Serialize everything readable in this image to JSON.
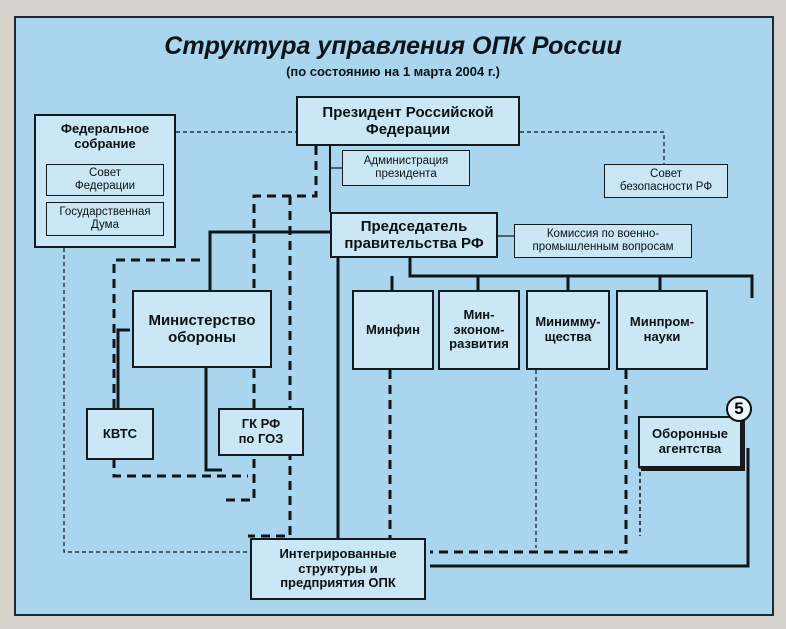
{
  "title": "Структура управления ОПК России",
  "subtitle": "(по состоянию на 1 марта 2004 г.)",
  "nodes": {
    "president": "Президент Российской\nФедерации",
    "administration": "Администрация\nпрезидента",
    "security_council": "Совет\nбезопасности РФ",
    "federal_assembly": "Федеральное\nсобрание",
    "federation_council": "Совет\nФедерации",
    "state_duma": "Государственная\nДума",
    "prime_minister": "Председатель\nправительства РФ",
    "commission": "Комиссия по военно-\nпромышленным вопросам",
    "defense_ministry": "Министерство\nобороны",
    "minfin": "Минфин",
    "mineconomy": "Мин-\nэконом-\nразвития",
    "minproperty": "Минимму-\nщества",
    "minindustry": "Минпром-\nнауки",
    "kvts": "КВТС",
    "gk_goz": "ГК РФ\nпо ГОЗ",
    "defense_agencies": "Оборонные\nагентства",
    "integrated": "Интегрированные\nструктуры и\nпредприятия ОПК"
  },
  "badge": "5",
  "colors": {
    "background": "#a9d6ee",
    "box": "#cbe7f5",
    "line": "#0f1519"
  }
}
